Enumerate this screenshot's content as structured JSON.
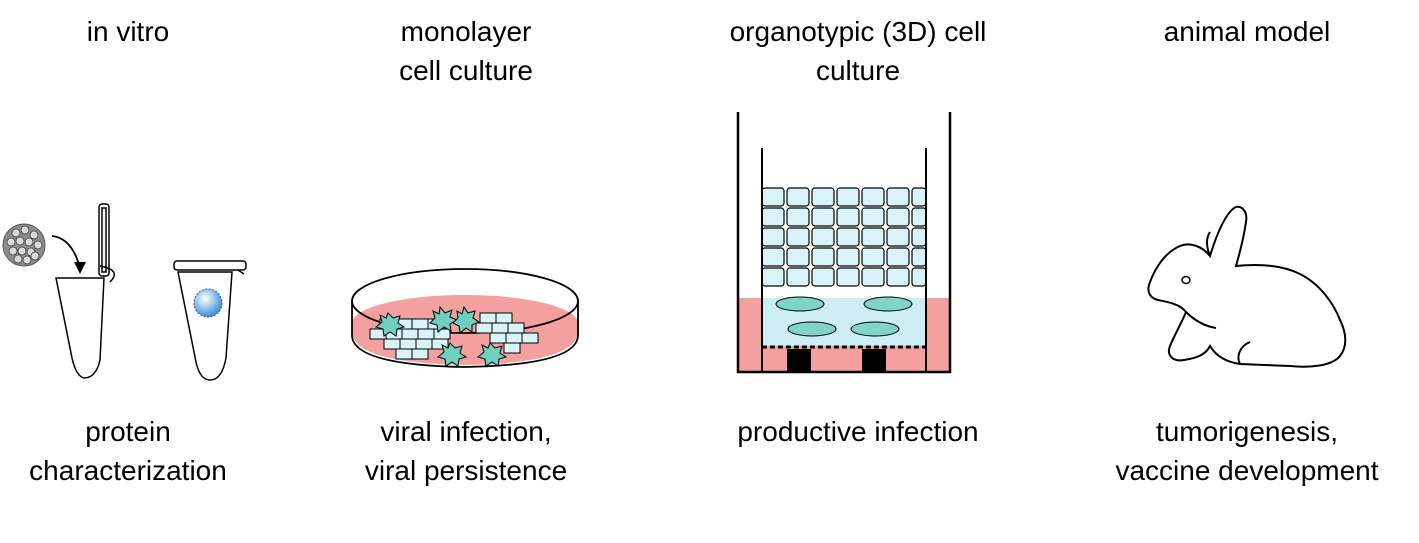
{
  "panels": [
    {
      "title": "in vitro",
      "caption": "protein\ncharacterization"
    },
    {
      "title": "monolayer\ncell culture",
      "caption": "viral infection,\nviral persistence"
    },
    {
      "title": "organotypic  (3D) cell\nculture",
      "caption": "productive infection"
    },
    {
      "title": "animal model",
      "caption": "tumorigenesis,\nvaccine development"
    }
  ],
  "colors": {
    "medium": "#f4a0a0",
    "cell_fill": "#d8f4f8",
    "virus_fill": "#6fd0c0",
    "nucleus_fill": "#7fd6c8",
    "particle": "#9aa8d8",
    "insert_fill": "#cdeef5"
  },
  "icons": [
    "virus-particle-icon",
    "tube-icon",
    "petri-dish-icon",
    "transwell-icon",
    "rabbit-icon"
  ]
}
